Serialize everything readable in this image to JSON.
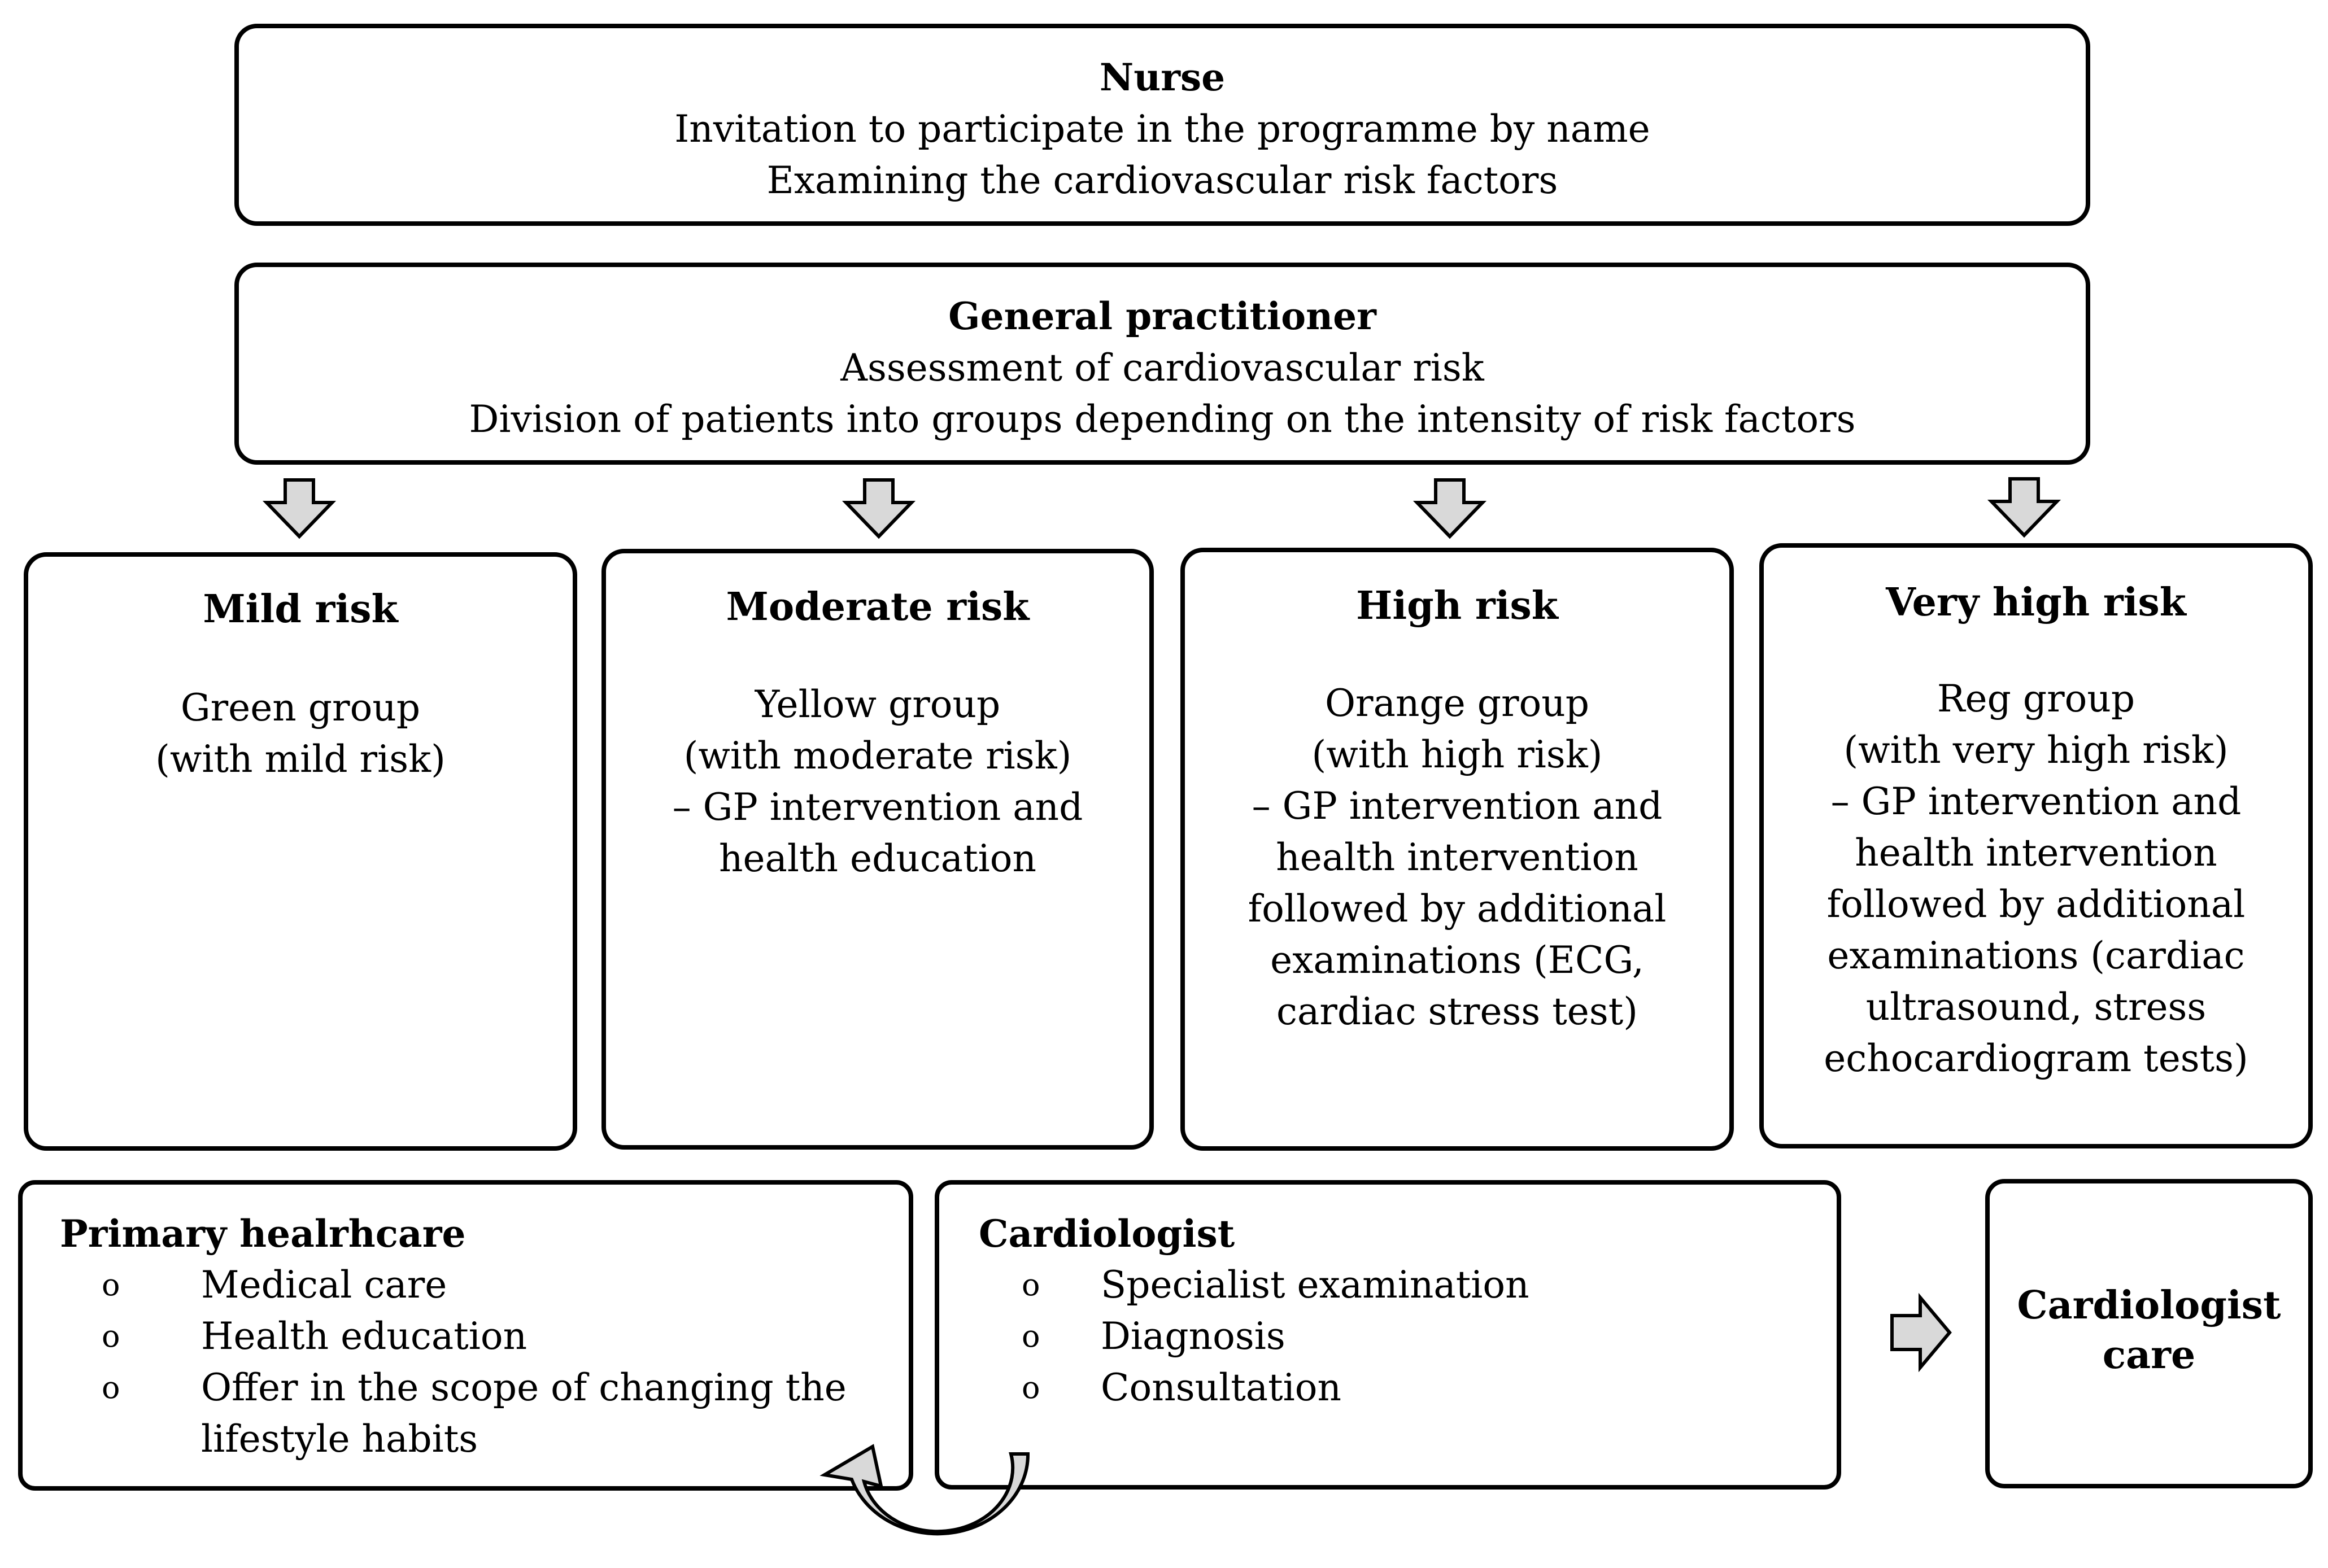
{
  "nurse": {
    "title": "Nurse",
    "lines": [
      "Invitation to participate in the programme by name",
      "Examining the cardiovascular risk factors"
    ]
  },
  "gp": {
    "title": "General practitioner",
    "lines": [
      "Assessment of cardiovascular risk",
      "Division of patients into groups depending on the intensity of risk factors"
    ]
  },
  "risks": [
    {
      "title": "Mild risk",
      "lines": [
        "Green group",
        "(with mild risk)"
      ]
    },
    {
      "title": "Moderate risk",
      "lines": [
        "Yellow group",
        "(with moderate risk)",
        "– GP intervention and",
        "health education"
      ]
    },
    {
      "title": "High risk",
      "lines": [
        "Orange group",
        "(with high risk)",
        "– GP intervention and",
        "health intervention",
        "followed by additional",
        "examinations (ECG,",
        "cardiac stress test)"
      ]
    },
    {
      "title": "Very high risk",
      "lines": [
        "Reg group",
        "(with very high risk)",
        "– GP intervention and",
        "health intervention",
        "followed by additional",
        "examinations (cardiac",
        "ultrasound, stress",
        "echocardiogram tests)"
      ]
    }
  ],
  "primary": {
    "title": "Primary healrhcare",
    "bullet": "o",
    "items": [
      "Medical care",
      "Health education",
      "Offer in the scope of changing the",
      "lifestyle habits"
    ]
  },
  "cardiologist": {
    "title": "Cardiologist",
    "bullet": "o",
    "items": [
      "Specialist examination",
      "Diagnosis",
      "Consultation"
    ]
  },
  "care": {
    "lines": [
      "Cardiologist",
      "care"
    ]
  },
  "colors": {
    "arrow_fill": "#d9d9d9",
    "stroke": "#000000"
  }
}
